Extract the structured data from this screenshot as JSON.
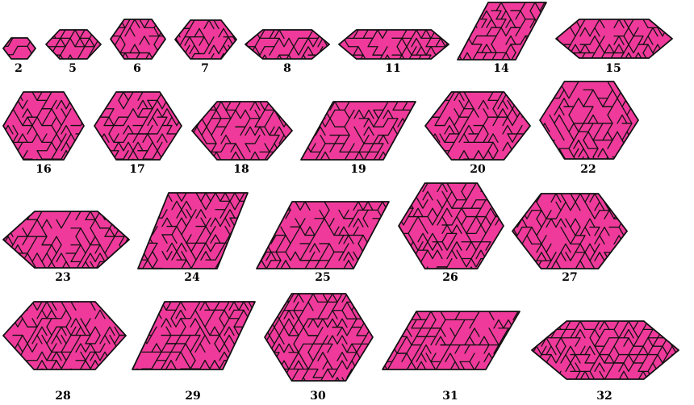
{
  "colors": {
    "fill": "#ef3a9b",
    "stroke": "#111111"
  },
  "tilings": [
    {
      "label": "2",
      "shape": "hex"
    },
    {
      "label": "5",
      "shape": "hex"
    },
    {
      "label": "6",
      "shape": "hex"
    },
    {
      "label": "7",
      "shape": "hex"
    },
    {
      "label": "8",
      "shape": "hex"
    },
    {
      "label": "11",
      "shape": "hex"
    },
    {
      "label": "14",
      "shape": "rhombus"
    },
    {
      "label": "15",
      "shape": "hex"
    },
    {
      "label": "16",
      "shape": "hex"
    },
    {
      "label": "17",
      "shape": "hex"
    },
    {
      "label": "18",
      "shape": "hex"
    },
    {
      "label": "19",
      "shape": "rhombus"
    },
    {
      "label": "20",
      "shape": "hex"
    },
    {
      "label": "22",
      "shape": "hex"
    },
    {
      "label": "23",
      "shape": "hex"
    },
    {
      "label": "24",
      "shape": "rhombus"
    },
    {
      "label": "25",
      "shape": "rhombus"
    },
    {
      "label": "26",
      "shape": "hex"
    },
    {
      "label": "27",
      "shape": "hex"
    },
    {
      "label": "28",
      "shape": "hex"
    },
    {
      "label": "29",
      "shape": "rhombus"
    },
    {
      "label": "30",
      "shape": "hex"
    },
    {
      "label": "31",
      "shape": "rhombus"
    },
    {
      "label": "32",
      "shape": "hex"
    }
  ]
}
